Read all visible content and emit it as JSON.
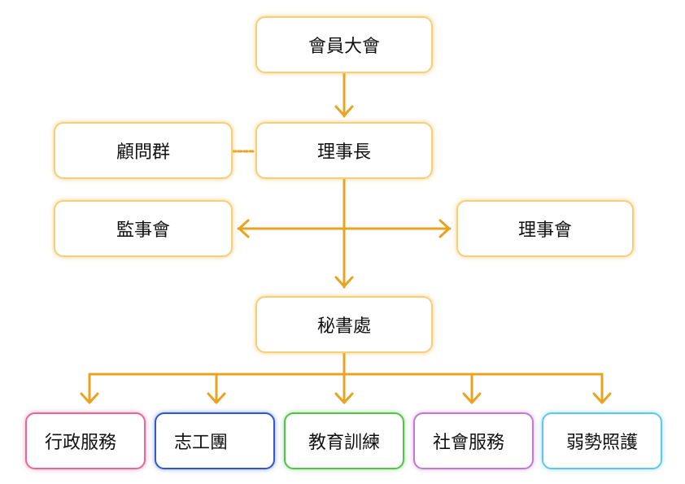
{
  "nodes": {
    "general_assembly": "會員大會",
    "chairman": "理事長",
    "advisors": "顧問群",
    "supervisors": "監事會",
    "board": "理事會",
    "secretariat": "秘書處",
    "dept_admin": "行政服務",
    "dept_volunteer": "志工團",
    "dept_education": "教育訓練",
    "dept_social": "社會服務",
    "dept_care": "弱勢照護"
  },
  "colors": {
    "connector": "#e8a320",
    "box_border_main": "#f5cf7a",
    "dept_admin": "#e8679a",
    "dept_volunteer": "#2f58c8",
    "dept_education": "#54c24a",
    "dept_social": "#c27ad0",
    "dept_care": "#5fc8ea"
  }
}
